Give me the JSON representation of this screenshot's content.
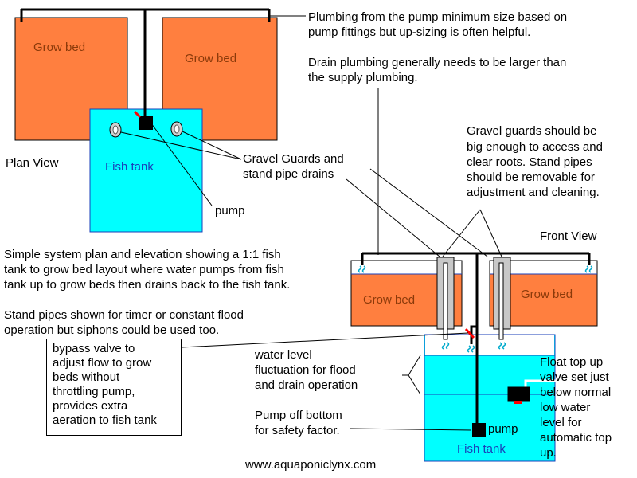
{
  "colors": {
    "grow_bed": "#FF7F3F",
    "fish_tank": "#00FFFF",
    "tank_top": "#E6FFFF",
    "pipe": "#000000",
    "standpipe": "#C8C8C8",
    "valve": "#FF0000",
    "bed_label": "#8B3A0A",
    "tank_label": "#1A3FB8"
  },
  "plan_view": {
    "title": "Plan View",
    "grow_bed_left": "Grow bed",
    "grow_bed_right": "Grow bed",
    "fish_tank": "Fish tank",
    "gravel_guards_label": [
      "Gravel Guards and",
      "stand pipe drains"
    ],
    "pump_label": "pump"
  },
  "notes": {
    "supply_plumbing": [
      "Plumbing from the pump minimum size based on",
      "pump fittings but up-sizing is often helpful."
    ],
    "drain_plumbing": [
      "Drain plumbing generally needs to be larger than",
      "the supply plumbing."
    ],
    "gravel_guards": [
      "Gravel guards should be",
      "big enough to access and",
      "clear roots.  Stand pipes",
      "should be removable for",
      "adjustment and cleaning."
    ],
    "system_plan": [
      "Simple system plan and elevation showing a 1:1 fish",
      "tank to grow bed layout where water pumps from fish",
      "tank up to grow beds then drains back to the fish tank."
    ],
    "stand_pipes": [
      "Stand pipes shown for timer or constant flood",
      "operation but siphons could be used too."
    ],
    "bypass_valve": "bypass valve to\nadjust flow to grow\nbeds without\nthrottling pump,\nprovides extra\naeration to fish tank",
    "water_level": [
      "water level",
      "fluctuation for flood",
      "and drain operation"
    ],
    "pump_off_bottom": [
      "Pump off bottom",
      "for safety factor."
    ],
    "float_valve": [
      "Float top up",
      "valve set just",
      "below normal",
      "low water",
      "level for",
      "automatic top",
      "up."
    ]
  },
  "front_view": {
    "title": "Front View",
    "grow_bed_left": "Grow bed",
    "grow_bed_right": "Grow bed",
    "fish_tank": "Fish tank",
    "pump_label": "pump"
  },
  "footer": "www.aquaponiclynx.com"
}
